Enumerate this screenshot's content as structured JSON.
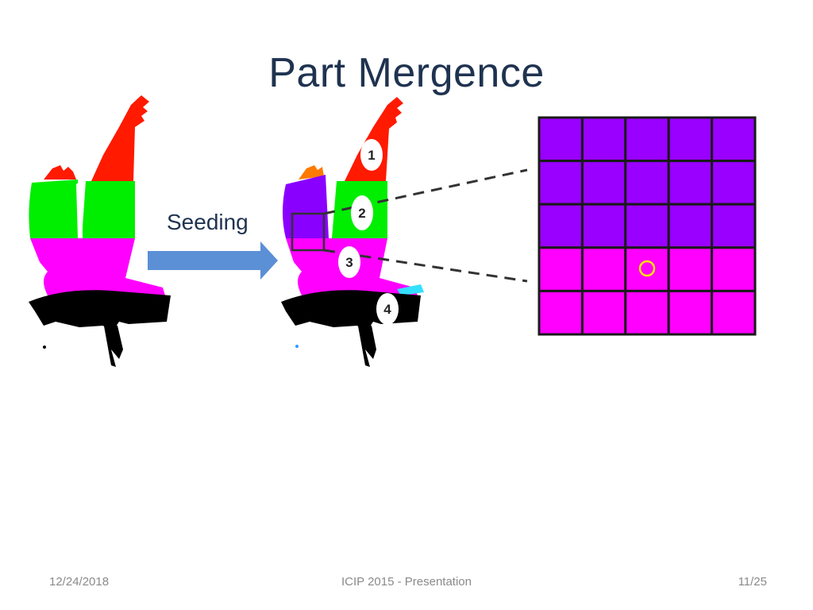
{
  "slide": {
    "title": "Part Mergence",
    "seeding_label": "Seeding",
    "badges": [
      "1",
      "2",
      "3",
      "4"
    ],
    "grid": {
      "rows": 5,
      "cols": 5,
      "row_colors": [
        "#9900ff",
        "#9900ff",
        "#9900ff",
        "#ff00ff",
        "#ff00ff"
      ],
      "seed_marker_color": "#ffe600"
    },
    "colors": {
      "part_red": "#ff1a00",
      "part_green": "#00ee00",
      "part_magenta": "#ff00ff",
      "part_purple": "#8a00ff",
      "part_orange": "#ff7a00",
      "part_cyan": "#33e0ff",
      "arrow_blue": "#5b8fd6",
      "title_navy": "#1f3350"
    }
  },
  "footer": {
    "date": "12/24/2018",
    "center": "ICIP 2015 - Presentation",
    "page": "11/25"
  }
}
